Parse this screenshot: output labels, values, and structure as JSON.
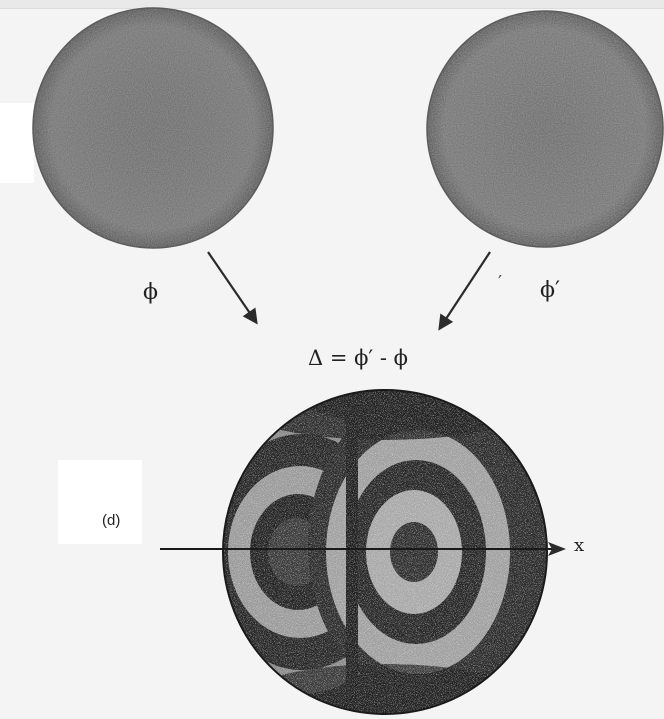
{
  "labels": {
    "phi": "ϕ",
    "phi_prime": "ϕ′",
    "stray_tick": "′",
    "formula": "Δ = ϕ′ - ϕ",
    "panel_letter": "(d)",
    "axis_x": "x"
  },
  "colors": {
    "background": "#f4f4f4",
    "speckle_gray": "#7a7a7a",
    "fringe_dark": "#1e1e1e",
    "ink": "#2b2b2b"
  }
}
